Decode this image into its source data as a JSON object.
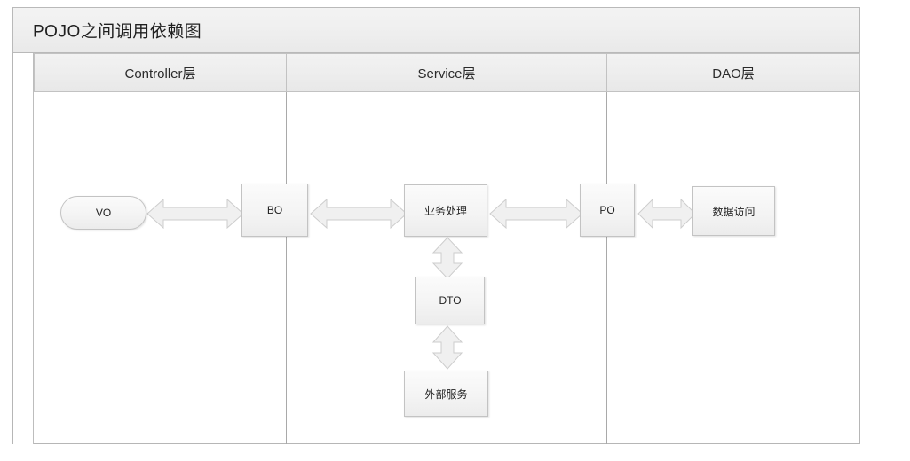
{
  "diagram": {
    "title": "POJO之间调用依赖图",
    "lanes": [
      {
        "id": "controller",
        "label": "Controller层"
      },
      {
        "id": "service",
        "label": "Service层"
      },
      {
        "id": "dao",
        "label": "DAO层"
      }
    ],
    "nodes": [
      {
        "id": "vo",
        "label": "VO",
        "shape": "rounded-pill",
        "lane": "controller"
      },
      {
        "id": "bo",
        "label": "BO",
        "shape": "rect",
        "lane": "controller"
      },
      {
        "id": "biz",
        "label": "业务处理",
        "shape": "rect",
        "lane": "service"
      },
      {
        "id": "po",
        "label": "PO",
        "shape": "rect",
        "lane": "service"
      },
      {
        "id": "dao",
        "label": "数据访问",
        "shape": "rect",
        "lane": "dao"
      },
      {
        "id": "dto",
        "label": "DTO",
        "shape": "rect",
        "lane": "service"
      },
      {
        "id": "ext",
        "label": "外部服务",
        "shape": "rect",
        "lane": "service"
      }
    ],
    "connectors": [
      {
        "from": "vo",
        "to": "bo",
        "type": "double-arrow",
        "orientation": "horizontal"
      },
      {
        "from": "bo",
        "to": "biz",
        "type": "double-arrow",
        "orientation": "horizontal"
      },
      {
        "from": "biz",
        "to": "po",
        "type": "double-arrow",
        "orientation": "horizontal"
      },
      {
        "from": "po",
        "to": "dao",
        "type": "double-arrow",
        "orientation": "horizontal"
      },
      {
        "from": "biz",
        "to": "dto",
        "type": "double-arrow",
        "orientation": "vertical"
      },
      {
        "from": "dto",
        "to": "ext",
        "type": "double-arrow",
        "orientation": "vertical"
      }
    ],
    "colors": {
      "frame_border": "#b6b6b6",
      "header_fill": "#eeeeee",
      "node_fill": "#f4f4f4",
      "node_border": "#c3c3c3",
      "arrow_fill": "#f0f0f0",
      "arrow_border": "#cdcdcd",
      "canvas": "#ffffff"
    }
  }
}
